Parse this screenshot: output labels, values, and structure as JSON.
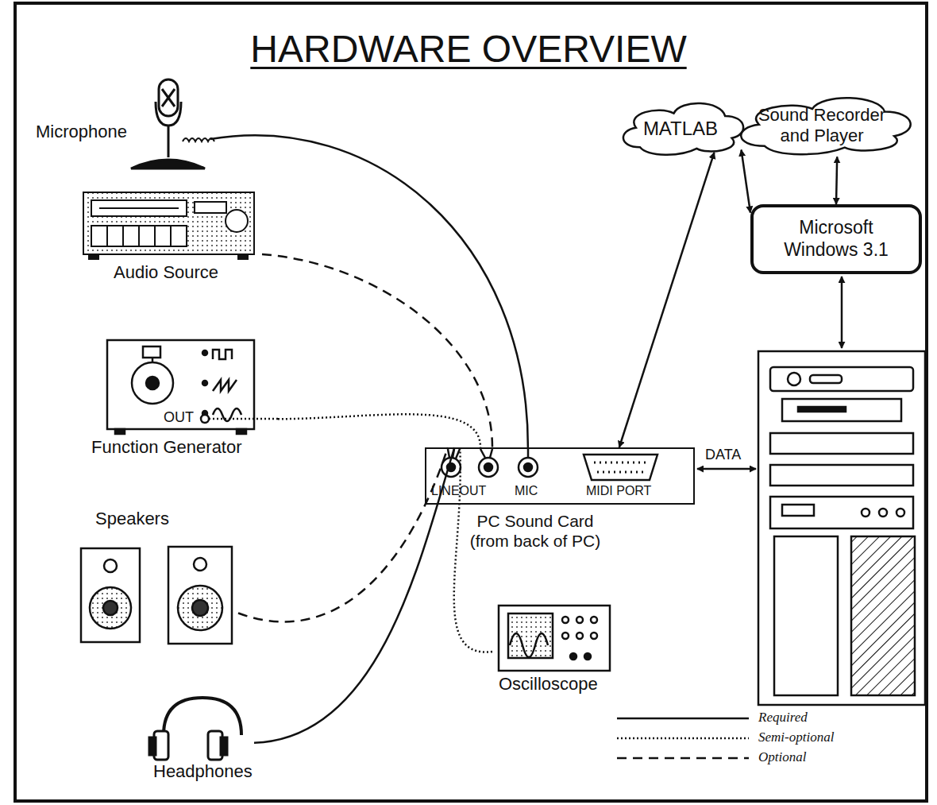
{
  "diagram": {
    "title": "HARDWARE OVERVIEW",
    "nodes": [
      {
        "text": [
          "MATLAB"
        ]
      },
      {
        "text": [
          "Sound Recorder and Player"
        ]
      },
      {
        "text": [
          "Microsoft Windows 3.1"
        ]
      },
      {
        "text": [
          "Microphone"
        ]
      },
      {
        "text": [
          "Audio Source"
        ]
      },
      {
        "text": [
          "Function Generator"
        ]
      },
      {
        "text": [
          "PC Sound Card (from back of PC)"
        ]
      },
      {
        "text": [
          "Speakers"
        ]
      },
      {
        "text": [
          "Oscilloscope"
        ]
      },
      {
        "text": [
          "Headphones"
        ]
      }
    ],
    "edges": [
      {
        "from": 2,
        "to": 0,
        "arrow": "both"
      },
      {
        "from": 2,
        "to": 1,
        "arrow": "both"
      },
      {
        "from": 0,
        "to": 6,
        "arrow": "both"
      },
      {
        "from": 3,
        "to": 6,
        "arrow": "none"
      },
      {
        "from": 4,
        "to": 6,
        "arrow": "none"
      },
      {
        "from": 5,
        "to": 6,
        "arrow": "none"
      },
      {
        "from": 7,
        "to": 6,
        "arrow": "none"
      },
      {
        "from": 8,
        "to": 6,
        "arrow": "none"
      },
      {
        "from": 9,
        "to": 6,
        "arrow": "none"
      }
    ],
    "labels": [
      "OUT",
      "LINEOUT",
      "MIC",
      "MIDI PORT",
      "DATA"
    ],
    "legend": [
      {
        "text": "Required"
      },
      {
        "text": "Semi-optional"
      },
      {
        "text": "Optional"
      }
    ]
  }
}
